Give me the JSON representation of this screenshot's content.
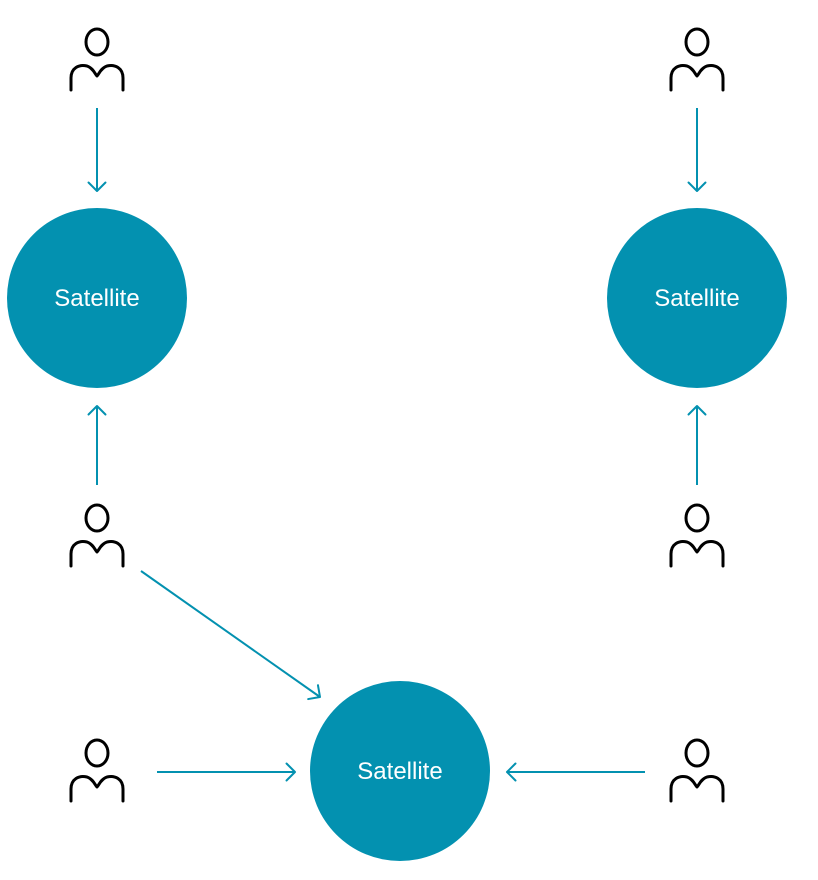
{
  "colors": {
    "node_fill": "#0391b0",
    "arrow": "#0391b0",
    "icon_stroke": "#000000",
    "label_text": "#ffffff"
  },
  "nodes": [
    {
      "id": "satellite-top-left",
      "label": "Satellite"
    },
    {
      "id": "satellite-top-right",
      "label": "Satellite"
    },
    {
      "id": "satellite-bottom-center",
      "label": "Satellite"
    }
  ],
  "people": [
    {
      "id": "person-top-left",
      "icon": "person-icon"
    },
    {
      "id": "person-top-right",
      "icon": "person-icon"
    },
    {
      "id": "person-mid-left",
      "icon": "person-icon"
    },
    {
      "id": "person-mid-right",
      "icon": "person-icon"
    },
    {
      "id": "person-bottom-left",
      "icon": "person-icon"
    },
    {
      "id": "person-bottom-right",
      "icon": "person-icon"
    }
  ],
  "edges": [
    {
      "from": "person-top-left",
      "to": "satellite-top-left"
    },
    {
      "from": "person-top-right",
      "to": "satellite-top-right"
    },
    {
      "from": "person-mid-left",
      "to": "satellite-top-left"
    },
    {
      "from": "person-mid-right",
      "to": "satellite-top-right"
    },
    {
      "from": "person-mid-left",
      "to": "satellite-bottom-center"
    },
    {
      "from": "person-bottom-left",
      "to": "satellite-bottom-center"
    },
    {
      "from": "person-bottom-right",
      "to": "satellite-bottom-center"
    }
  ]
}
